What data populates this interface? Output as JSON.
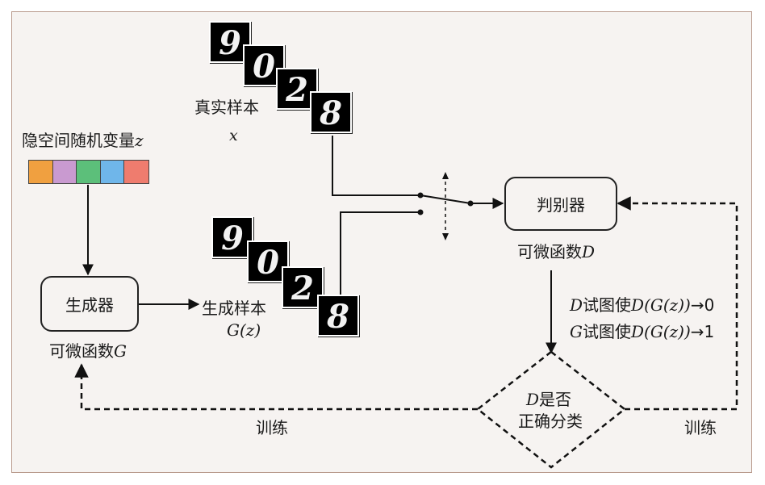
{
  "latent": {
    "label": "隐空间随机变量",
    "var": "z",
    "colors": [
      "#f0a040",
      "#c99ad0",
      "#5cbf7a",
      "#6fb6ea",
      "#ef7c6e"
    ]
  },
  "real": {
    "label": "真实样本",
    "var": "x",
    "digits": [
      "9",
      "0",
      "2",
      "8"
    ]
  },
  "fake": {
    "label": "生成样本",
    "expr": "G(z)",
    "digits": [
      "9",
      "0",
      "2",
      "8"
    ]
  },
  "generator": {
    "title": "生成器",
    "caption_text": "可微函数",
    "caption_var": "G"
  },
  "discriminator": {
    "title": "判别器",
    "caption_text": "可微函数",
    "caption_var": "D"
  },
  "objectives": {
    "d_line": {
      "var": "D",
      "text": "试图使",
      "expr": "D(G(z))",
      "arrow": "→0"
    },
    "g_line": {
      "var": "G",
      "text": "试图使",
      "expr": "D(G(z))",
      "arrow": "→1"
    }
  },
  "decision": {
    "var": "D",
    "line1": "是否",
    "line2": "正确分类"
  },
  "train_left": "训练",
  "train_right": "训练"
}
